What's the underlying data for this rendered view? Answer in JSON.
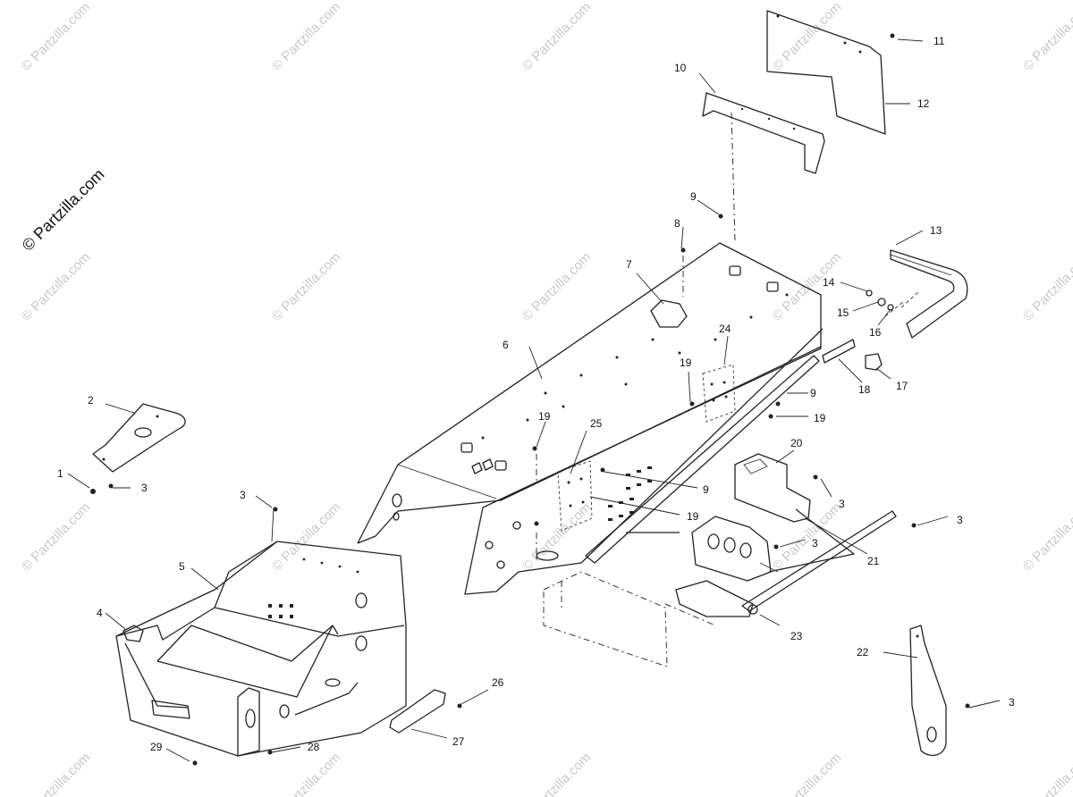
{
  "watermark": {
    "brand": "© Partzilla.com",
    "tile": "© Partzilla.com"
  },
  "callouts": [
    "1",
    "2",
    "3",
    "3",
    "3",
    "3",
    "3",
    "3",
    "4",
    "5",
    "6",
    "7",
    "8",
    "9",
    "9",
    "9",
    "10",
    "11",
    "12",
    "13",
    "14",
    "15",
    "16",
    "17",
    "18",
    "19",
    "19",
    "19",
    "19",
    "20",
    "21",
    "22",
    "23",
    "24",
    "25",
    "26",
    "27",
    "28",
    "29"
  ]
}
